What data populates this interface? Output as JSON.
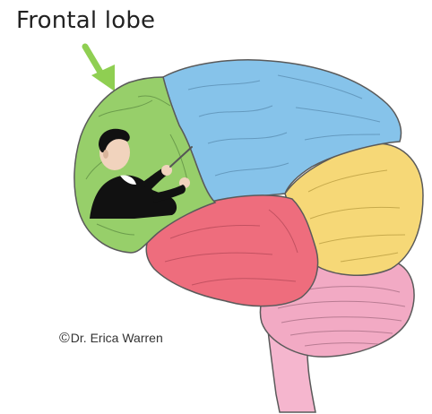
{
  "title": "Frontal lobe",
  "credit": {
    "symbol": "©",
    "text": "Dr. Erica Warren"
  },
  "colors": {
    "frontal": "#97cf6a",
    "parietal": "#86c3ea",
    "occipital": "#f6d877",
    "temporal": "#ee6d7d",
    "cerebellum": "#f2aac4",
    "brainstem": "#f5b6ce",
    "arrow": "#8fcf52",
    "outline": "#5a5a5a",
    "conductor_suit": "#111111",
    "conductor_skin": "#f1d3bd"
  },
  "icons": [
    "arrow-down-right-icon",
    "conductor-figure-icon",
    "brain-illustration"
  ]
}
